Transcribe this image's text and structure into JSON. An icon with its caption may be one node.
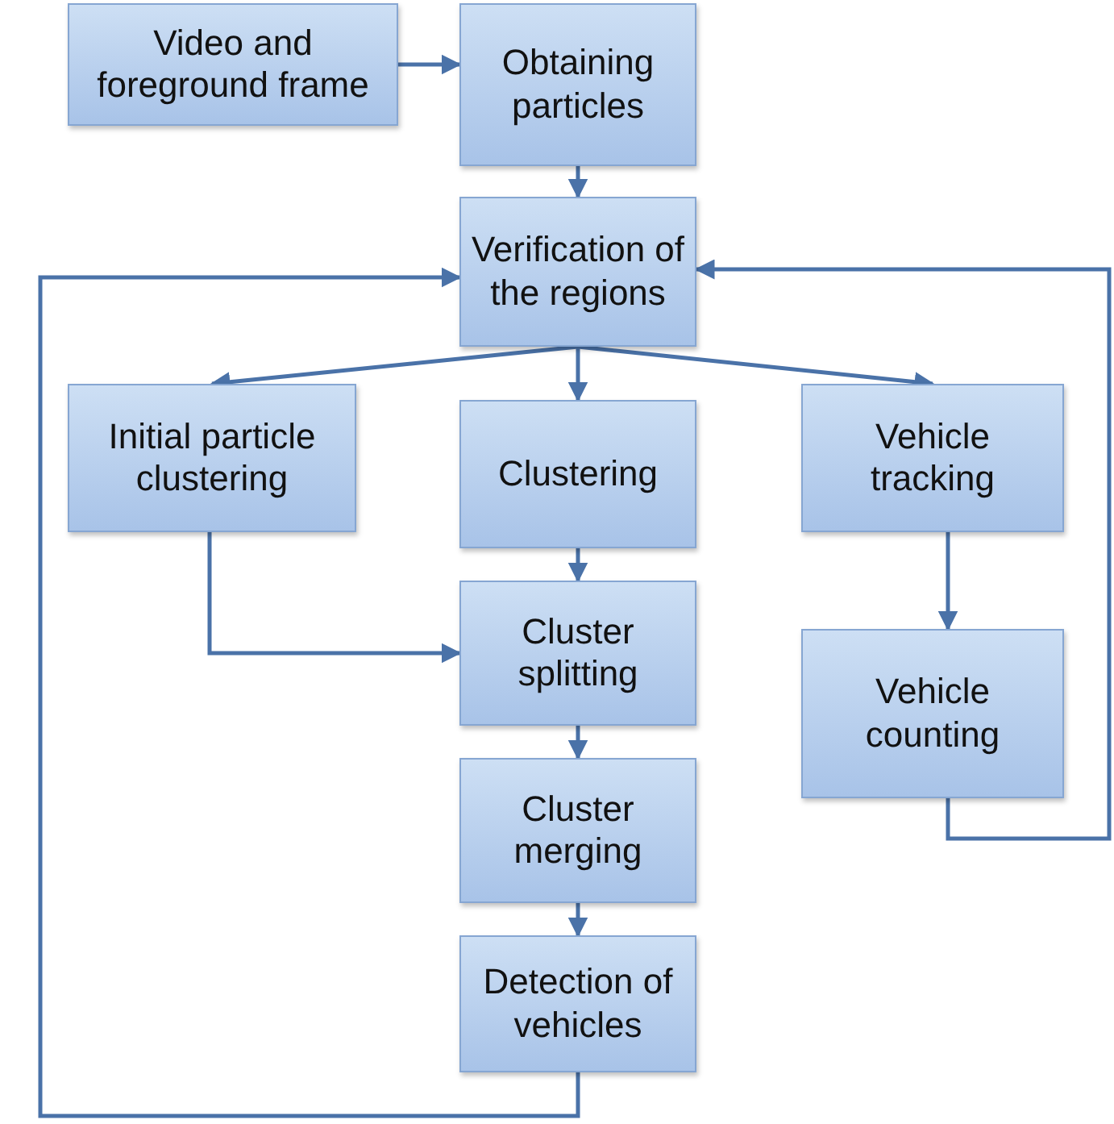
{
  "diagram": {
    "nodes": [
      {
        "text": [
          "Video and foreground frame"
        ]
      },
      {
        "text": [
          "Obtaining particles"
        ]
      },
      {
        "text": [
          "Verification of the regions"
        ]
      },
      {
        "text": [
          "Initial particle clustering"
        ]
      },
      {
        "text": [
          "Clustering"
        ]
      },
      {
        "text": [
          "Vehicle tracking"
        ]
      },
      {
        "text": [
          "Cluster splitting"
        ]
      },
      {
        "text": [
          "Vehicle counting"
        ]
      },
      {
        "text": [
          "Cluster merging"
        ]
      },
      {
        "text": [
          "Detection of vehicles"
        ]
      }
    ],
    "edges": [
      {
        "from": 0,
        "to": 1,
        "arrow": "to"
      },
      {
        "from": 1,
        "to": 2,
        "arrow": "to"
      },
      {
        "from": 2,
        "to": 3,
        "arrow": "to"
      },
      {
        "from": 2,
        "to": 4,
        "arrow": "to"
      },
      {
        "from": 2,
        "to": 5,
        "arrow": "to"
      },
      {
        "from": 4,
        "to": 6,
        "arrow": "to"
      },
      {
        "from": 3,
        "to": 6,
        "arrow": "to"
      },
      {
        "from": 6,
        "to": 8,
        "arrow": "to"
      },
      {
        "from": 8,
        "to": 9,
        "arrow": "to"
      },
      {
        "from": 5,
        "to": 7,
        "arrow": "to"
      },
      {
        "from": 7,
        "to": 2,
        "arrow": "to"
      },
      {
        "from": 9,
        "to": 2,
        "arrow": "to"
      }
    ]
  }
}
